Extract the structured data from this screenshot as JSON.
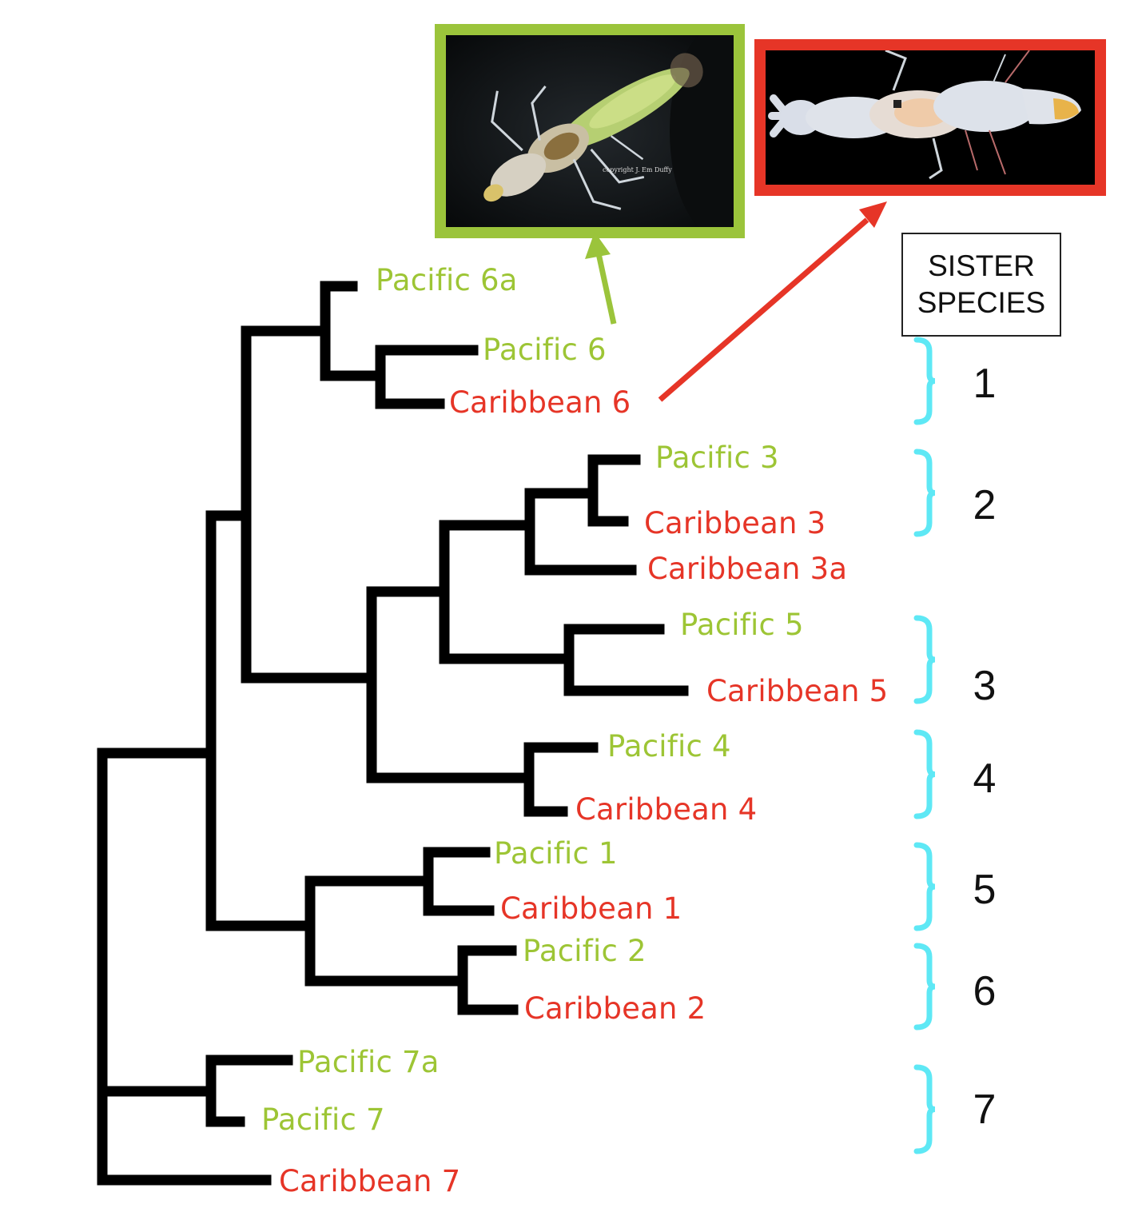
{
  "legend": {
    "line1": "SISTER",
    "line2": "SPECIES"
  },
  "photo_caption": "copyright J. Em Duffy",
  "photos": [
    {
      "label": "Pacific 6",
      "frame_color": "#9bc43b"
    },
    {
      "label": "Caribbean 6",
      "frame_color": "#e63527"
    }
  ],
  "colors": {
    "pacific": "#9dc535",
    "caribbean": "#e63527",
    "bracket": "#5ee8f5",
    "tree": "#000000"
  },
  "leaves": [
    {
      "label": "Pacific 6a",
      "ocean": "pacific"
    },
    {
      "label": "Pacific 6",
      "ocean": "pacific"
    },
    {
      "label": "Caribbean 6",
      "ocean": "caribbean"
    },
    {
      "label": "Pacific 3",
      "ocean": "pacific"
    },
    {
      "label": "Caribbean 3",
      "ocean": "caribbean"
    },
    {
      "label": "Caribbean 3a",
      "ocean": "caribbean"
    },
    {
      "label": "Pacific 5",
      "ocean": "pacific"
    },
    {
      "label": "Caribbean 5",
      "ocean": "caribbean"
    },
    {
      "label": "Pacific 4",
      "ocean": "pacific"
    },
    {
      "label": "Caribbean 4",
      "ocean": "caribbean"
    },
    {
      "label": "Pacific 1",
      "ocean": "pacific"
    },
    {
      "label": "Caribbean 1",
      "ocean": "caribbean"
    },
    {
      "label": "Pacific 2",
      "ocean": "pacific"
    },
    {
      "label": "Caribbean 2",
      "ocean": "caribbean"
    },
    {
      "label": "Pacific 7a",
      "ocean": "pacific"
    },
    {
      "label": "Pacific 7",
      "ocean": "pacific"
    },
    {
      "label": "Caribbean 7",
      "ocean": "caribbean"
    }
  ],
  "sister_pairs": [
    {
      "number": "1"
    },
    {
      "number": "2"
    },
    {
      "number": "3"
    },
    {
      "number": "4"
    },
    {
      "number": "5"
    },
    {
      "number": "6"
    },
    {
      "number": "7"
    }
  ]
}
